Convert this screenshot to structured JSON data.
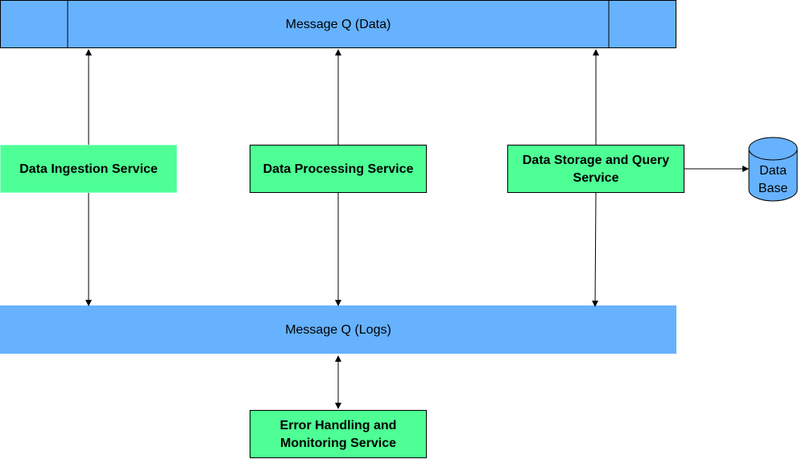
{
  "diagram": {
    "queues": {
      "data": "Message Q (Data)",
      "logs": "Message Q (Logs)"
    },
    "services": {
      "ingestion": "Data Ingestion Service",
      "processing": "Data Processing Service",
      "storage_line1": "Data Storage and Query",
      "storage_line2": "Service",
      "error_line1": "Error Handling and",
      "error_line2": "Monitoring Service"
    },
    "database": {
      "line1": "Data",
      "line2": "Base"
    },
    "colors": {
      "queue": "#66b2ff",
      "service": "#4dff94",
      "line": "#000000"
    }
  }
}
